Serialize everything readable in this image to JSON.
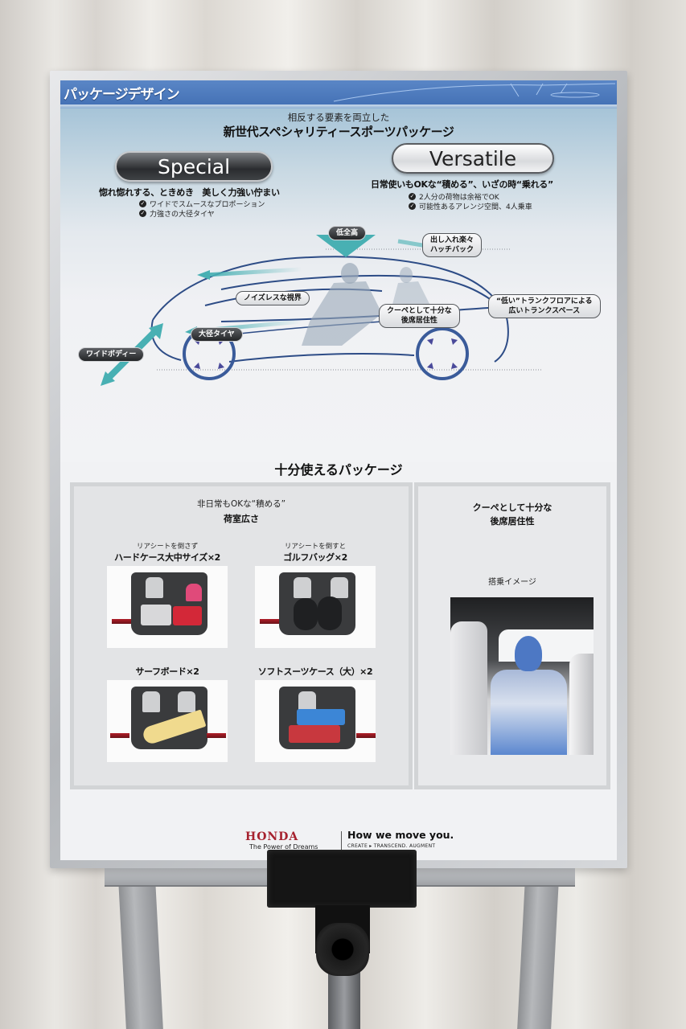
{
  "poster": {
    "header_title": "パッケージデザイン",
    "sub_heading": "相反する要素を両立した",
    "main_heading": "新世代スペシャリティースポーツパッケージ",
    "special": {
      "label": "Special",
      "tagline": "惚れ惚れする、ときめき　美しく力強い佇まい",
      "bullets": [
        "ワイドでスムースなプロポーション",
        "力強さの大径タイヤ"
      ]
    },
    "versatile": {
      "label": "Versatile",
      "tagline": "日常使いもOKな“積める”、いざの時“乗れる”",
      "bullets": [
        "2人分の荷物は余裕でOK",
        "可能性あるアレンジ空間、4人乗車"
      ]
    },
    "diagram_callouts": {
      "low_height": "低全高",
      "hatchback": [
        "出し入れ楽々",
        "ハッチバック"
      ],
      "noiseless_view": "ノイズレスな視界",
      "rear_seat": [
        "クーペとして十分な",
        "後席居住性"
      ],
      "low_trunk": [
        "“低い”トランクフロアによる",
        "広いトランクスペース"
      ],
      "large_tire": "大径タイヤ",
      "wide_body": "ワイドボディー"
    },
    "section_title": "十分使えるパッケージ",
    "cargo_panel": {
      "sub": "非日常もOKな“積める”",
      "title": "荷室広さ",
      "items": [
        {
          "note": "リアシートを倒さず",
          "label": "ハードケース大中サイズ×2"
        },
        {
          "note": "リアシートを倒すと",
          "label": "ゴルフバッグ×2"
        },
        {
          "note": "",
          "label": "サーフボード×2"
        },
        {
          "note": "",
          "label": "ソフトスーツケース（大）×2"
        }
      ]
    },
    "rear_panel": {
      "title": [
        "クーペとして十分な",
        "後席居住性"
      ],
      "image_caption": "搭乗イメージ"
    },
    "footer": {
      "brand": "HONDA",
      "brand_tagline": "The Power of Dreams",
      "slogan": "How we move you.",
      "steps": "CREATE ▸ TRANSCEND. AUGMENT"
    }
  },
  "colors": {
    "header_blue": "#4a78ba",
    "accent_teal": "#4fb3b5",
    "line_navy": "#2d4c86",
    "honda_red": "#a6222e"
  }
}
